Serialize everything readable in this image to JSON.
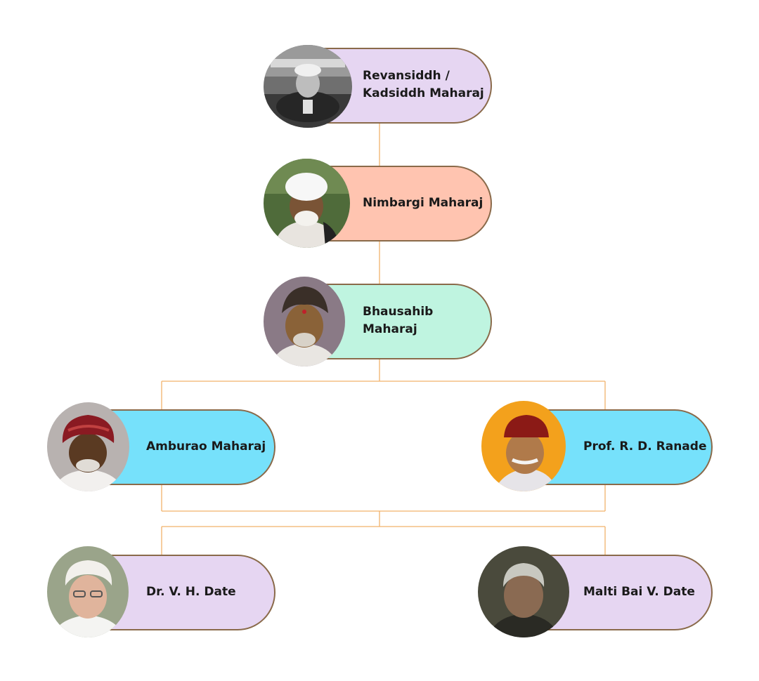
{
  "colors": {
    "connector": "#f2b26b",
    "border": "#8a6a4a",
    "lavender": "#e6d6f2",
    "salmon": "#ffc4b0",
    "mint": "#bff4e0",
    "cyan": "#76e1fb"
  },
  "nodes": {
    "revansiddh": {
      "label": "Revansiddh /\nKadsiddh Maharaj",
      "color": "#e6d6f2",
      "photo": "portrait-photo-icon"
    },
    "nimbargi": {
      "label": "Nimbargi Maharaj",
      "color": "#ffc4b0",
      "photo": "portrait-photo-icon"
    },
    "bhausahib": {
      "label": "Bhausahib\nMaharaj",
      "color": "#bff4e0",
      "photo": "portrait-photo-icon"
    },
    "amburao": {
      "label": "Amburao Maharaj",
      "color": "#76e1fb",
      "photo": "portrait-photo-icon"
    },
    "ranade": {
      "label": "Prof. R. D. Ranade",
      "color": "#76e1fb",
      "photo": "portrait-photo-icon"
    },
    "vh_date": {
      "label": "Dr. V. H. Date",
      "color": "#e6d6f2",
      "photo": "portrait-photo-icon"
    },
    "malti_bai": {
      "label": "Malti Bai V. Date",
      "color": "#e6d6f2",
      "photo": "portrait-photo-icon"
    }
  }
}
